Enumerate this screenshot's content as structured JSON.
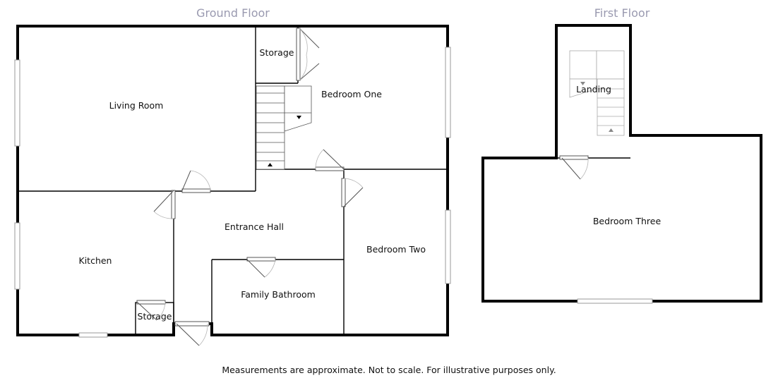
{
  "floors": {
    "ground": {
      "title": "Ground Floor",
      "rooms": {
        "living_room": "Living Room",
        "storage_top": "Storage",
        "bedroom_one": "Bedroom One",
        "kitchen": "Kitchen",
        "entrance_hall": "Entrance Hall",
        "bedroom_two": "Bedroom Two",
        "family_bathroom": "Family Bathroom",
        "storage_bottom": "Storage"
      }
    },
    "first": {
      "title": "First Floor",
      "rooms": {
        "landing": "Landing",
        "bedroom_three": "Bedroom Three"
      }
    }
  },
  "footnote": "Measurements are approximate. Not to scale. For illustrative purposes only.",
  "colors": {
    "floor_title": "#9a9ab0",
    "wall": "#000000",
    "window": "#9a9a9a"
  }
}
